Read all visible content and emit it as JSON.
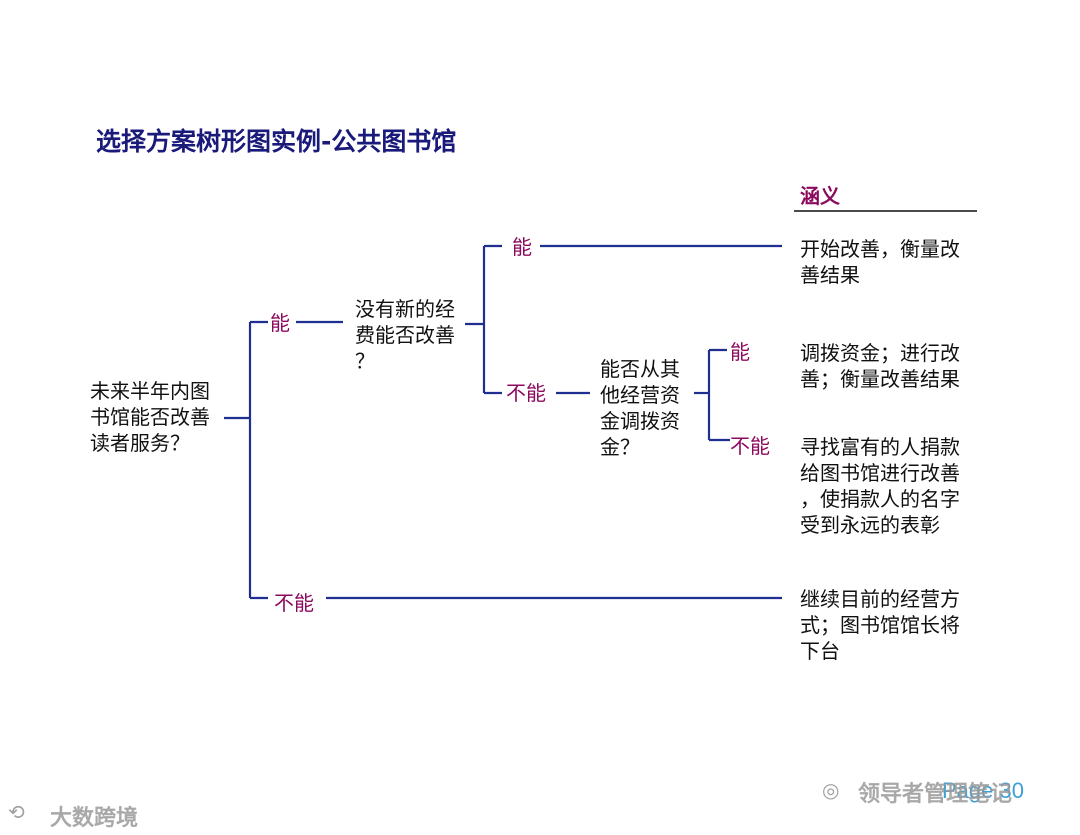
{
  "title": "选择方案树形图实例-公共图书馆",
  "header": "涵义",
  "root_question": [
    "未来半年内图",
    "书馆能否改善",
    "读者服务？"
  ],
  "branch_yes": "能",
  "branch_no": "不能",
  "question2": [
    "没有新的经",
    "费能否改善",
    "？"
  ],
  "q2_yes": "能",
  "q2_no": "不能",
  "question3": [
    "能否从其",
    "他经营资",
    "金调拨资",
    "金？"
  ],
  "q3_yes": "能",
  "q3_no": "不能",
  "outcomes": {
    "o1": [
      "开始改善，衡量改",
      "善结果"
    ],
    "o2": [
      "调拨资金；进行改",
      "善；衡量改善结果"
    ],
    "o3": [
      "寻找富有的人捐款",
      "给图书馆进行改善",
      "，使捐款人的名字",
      "受到永远的表彰"
    ],
    "o4": [
      "继续目前的经营方",
      "式；图书馆馆长将",
      "下台"
    ]
  },
  "page": "Page 30",
  "watermark_left": "大数跨境",
  "watermark_right": "领导者管理笔记",
  "colors": {
    "line": "#1f2f8f",
    "label": "#8c0a5e",
    "title": "#1a1a7a"
  }
}
